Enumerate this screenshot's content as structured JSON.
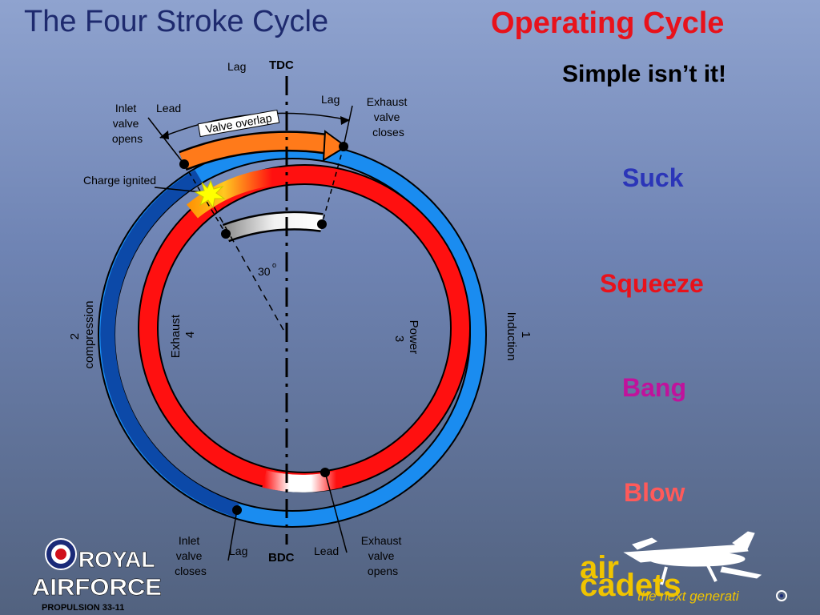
{
  "title": "The Four Stroke Cycle",
  "subtitle": "Operating Cycle",
  "tagline": "Simple isn’t it!",
  "strokes": {
    "suck": "Suck",
    "squeeze": "Squeeze",
    "bang": "Bang",
    "blow": "Blow"
  },
  "diagram": {
    "tdc": "TDC",
    "bdc": "BDC",
    "lag_top": "Lag",
    "lag_exhaust_close": "Lag",
    "lead_inlet_open": "Lead",
    "inlet_opens": [
      "Inlet",
      "valve",
      "opens"
    ],
    "exhaust_closes": [
      "Exhaust",
      "valve",
      "closes"
    ],
    "valve_overlap": "Valve overlap",
    "charge_ignited": "Charge ignited",
    "angle": "30",
    "angle_degree": "o",
    "compression": [
      "2",
      "compression"
    ],
    "exhaust": [
      "Exhaust",
      "4"
    ],
    "power": [
      "Power",
      "3"
    ],
    "induction": [
      "1",
      "Induction"
    ],
    "inlet_closes": [
      "Inlet",
      "valve",
      "closes"
    ],
    "lag_bottom": "Lag",
    "lead_bottom": "Lead",
    "exhaust_opens": [
      "Exhaust",
      "valve",
      "opens"
    ]
  },
  "colors": {
    "title": "#1e2a6e",
    "accent_red": "#e8121b",
    "induction_blue": "#1a8cf0",
    "compression_blue": "#0c49a8",
    "power_red": "#ff1010",
    "overlap_orange": "#ff7a1a"
  },
  "logos": {
    "raf_line1": "ROYAL",
    "raf_line2": "AIRFORCE",
    "air": "air",
    "cadets": "cadets",
    "tagline": "the next generati"
  },
  "footer": "PROPULSION 33-11"
}
